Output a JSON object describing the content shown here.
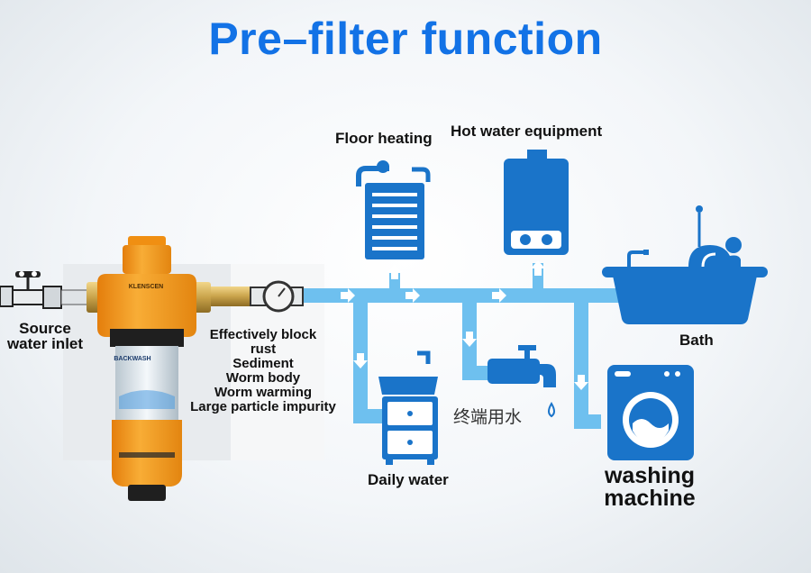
{
  "title": "Pre–filter function",
  "labels": {
    "floor_heating": "Floor heating",
    "hot_water": "Hot water equipment",
    "bath": "Bath",
    "source": [
      "Source",
      "water inlet"
    ],
    "block": [
      "Effectively block",
      "rust",
      "Sediment",
      "Worm body",
      "Worm warming",
      "Large particle impurity"
    ],
    "daily_water": "Daily water",
    "terminal_water": "终端用水",
    "washing": [
      "washing",
      "machine"
    ]
  },
  "filter_brand": "KLENSCEN",
  "filter_label": "BACKWASH",
  "colors": {
    "title": "#1272e6",
    "pipe": "#6ec0ef",
    "icon": "#1a74c9",
    "filter": "#f39a1f"
  }
}
